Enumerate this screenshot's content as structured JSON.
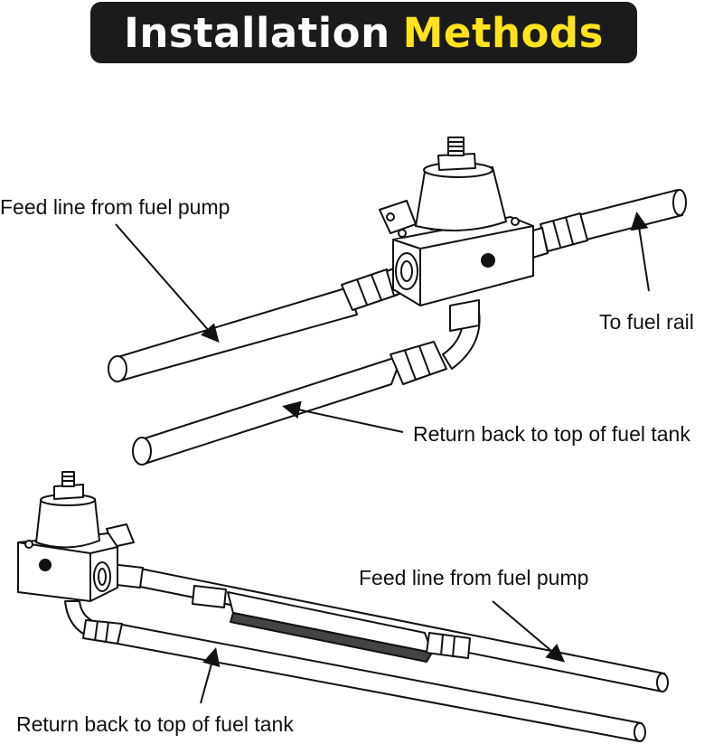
{
  "banner": {
    "title_part1": "Installation",
    "title_part2": "Methods",
    "accent": "#ffe41c",
    "background": "#1b1b1b"
  },
  "labels": {
    "top_feed": "Feed line from fuel pump",
    "top_rail": "To fuel rail",
    "top_return": "Return back to top of fuel tank",
    "bottom_feed": "Feed line from fuel pump",
    "bottom_return": "Return back to top of fuel tank"
  }
}
